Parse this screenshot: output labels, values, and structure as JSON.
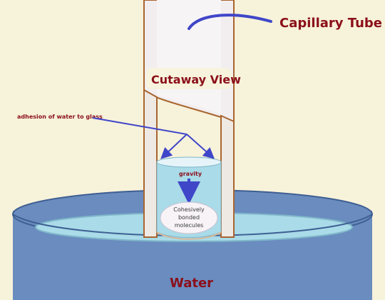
{
  "diagram": {
    "title_label": "Capillary Tube",
    "cutaway_label": "Cutaway View",
    "adhesion_label": "adhesion of water to glass",
    "gravity_label": "gravity",
    "cohesion_label_line1": "Cohesively",
    "cohesion_label_line2": "bonded",
    "cohesion_label_line3": "molecules",
    "water_label": "Water"
  },
  "colors": {
    "background": "#f7f2da",
    "label_red": "#8b0f1a",
    "arrow_blue": "#3f46c8",
    "tube_wall": "#efe9e4",
    "tube_outline": "#a8652f",
    "water_light": "#a9dbe8",
    "water_blue": "#6a8cbf"
  }
}
